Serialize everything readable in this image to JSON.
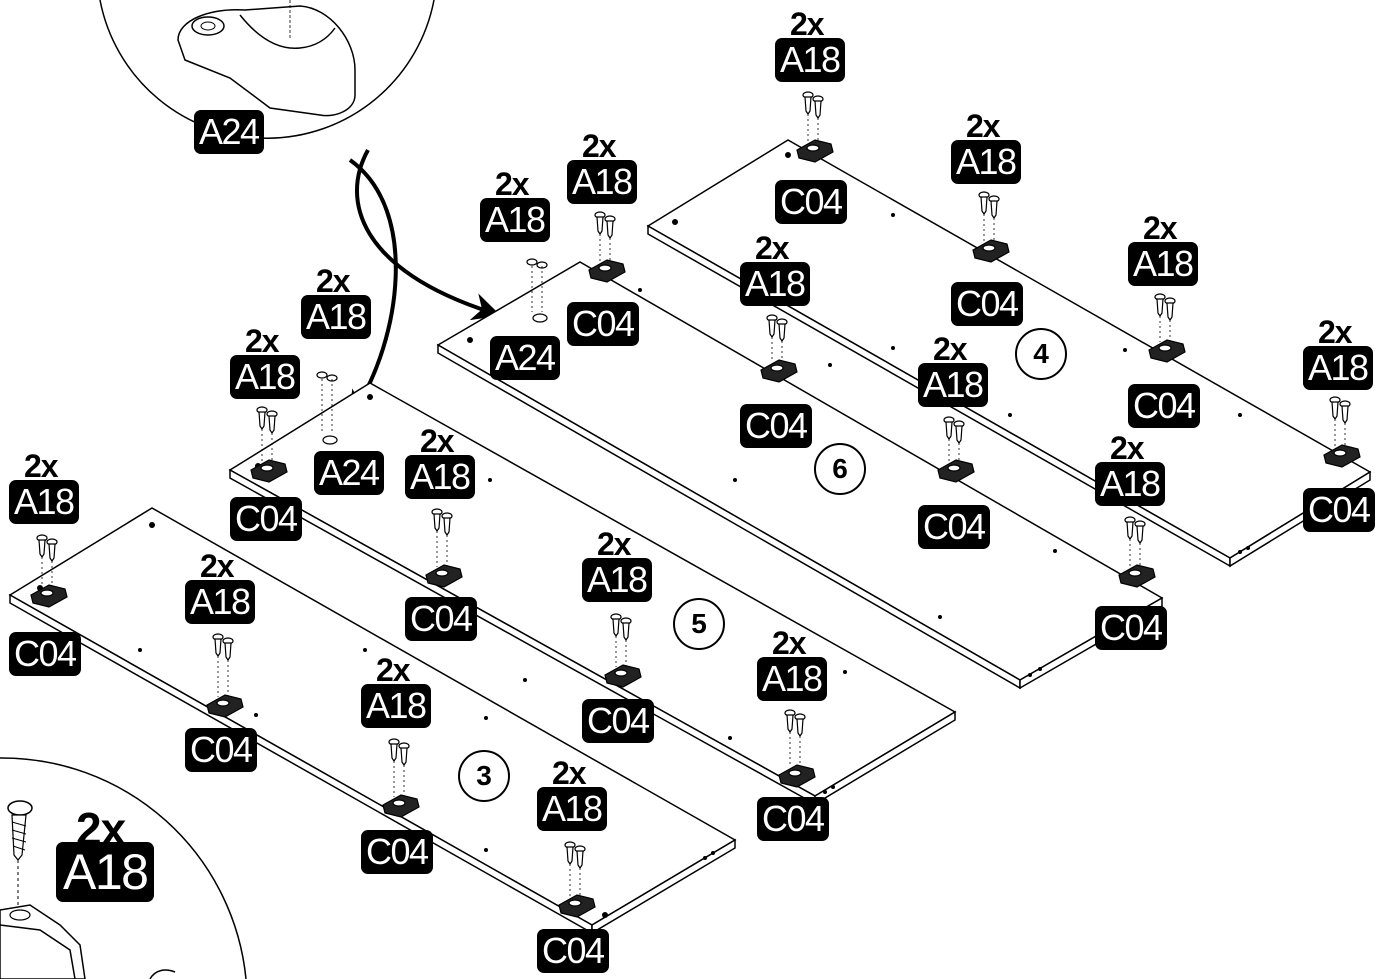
{
  "callout_top": {
    "part_label": "A24"
  },
  "callout_bottom": {
    "quantity": "2x",
    "part_label": "A18"
  },
  "panels": [
    {
      "number": "3"
    },
    {
      "number": "4"
    },
    {
      "number": "5"
    },
    {
      "number": "6"
    }
  ],
  "screw_labels": [
    {
      "quantity": "2x",
      "part": "A18"
    },
    {
      "quantity": "2x",
      "part": "A18"
    },
    {
      "quantity": "2x",
      "part": "A18"
    },
    {
      "quantity": "2x",
      "part": "A18"
    },
    {
      "quantity": "2x",
      "part": "A18"
    },
    {
      "quantity": "2x",
      "part": "A18"
    },
    {
      "quantity": "2x",
      "part": "A18"
    },
    {
      "quantity": "2x",
      "part": "A18"
    },
    {
      "quantity": "2x",
      "part": "A18"
    },
    {
      "quantity": "2x",
      "part": "A18"
    },
    {
      "quantity": "2x",
      "part": "A18"
    },
    {
      "quantity": "2x",
      "part": "A18"
    },
    {
      "quantity": "2x",
      "part": "A18"
    },
    {
      "quantity": "2x",
      "part": "A18"
    },
    {
      "quantity": "2x",
      "part": "A18"
    },
    {
      "quantity": "2x",
      "part": "A18"
    },
    {
      "quantity": "2x",
      "part": "A18"
    }
  ],
  "cam_labels": [
    "C04",
    "C04",
    "C04",
    "C04",
    "C04",
    "C04",
    "C04",
    "C04",
    "C04",
    "C04",
    "C04",
    "C04",
    "C04",
    "C04",
    "C04",
    "C04"
  ],
  "dowel_labels": [
    "A24",
    "A24"
  ]
}
